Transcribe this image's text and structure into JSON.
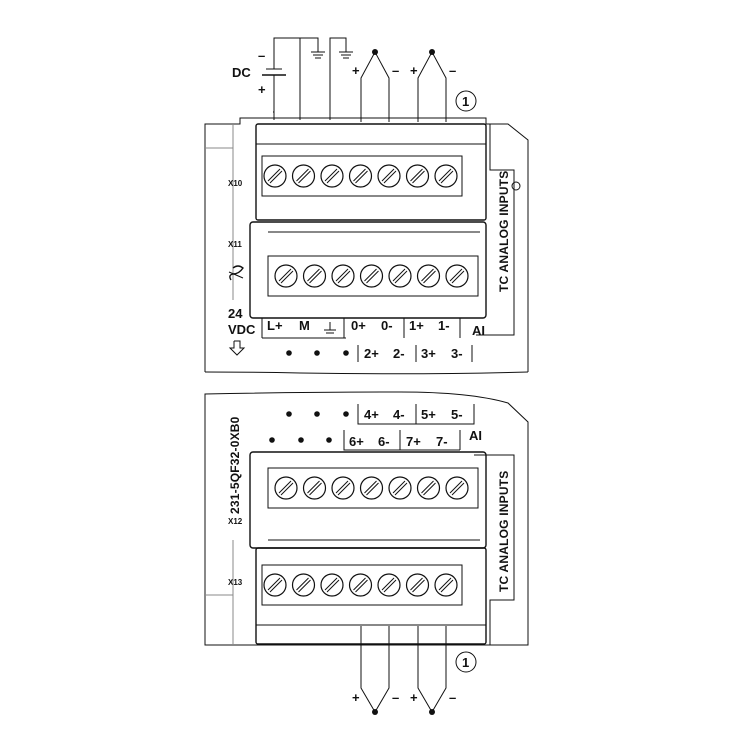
{
  "power": {
    "dc": "DC",
    "neg": "–",
    "pos": "+"
  },
  "callout": "1",
  "top_module": {
    "terminal_x10": "X10",
    "terminal_x11": "X11",
    "volt_24": "24",
    "volt_vdc": "VDC",
    "row1_labels": [
      "L+",
      "M",
      "0+",
      "0-",
      "1+",
      "1-"
    ],
    "row2_labels": [
      "2+",
      "2-",
      "3+",
      "3-"
    ],
    "ai_label": "AI",
    "side_title": "TC ANALOG INPUTS"
  },
  "bottom_module": {
    "row1_labels": [
      "4+",
      "4-",
      "5+",
      "5-"
    ],
    "row2_labels": [
      "6+",
      "6-",
      "7+",
      "7-"
    ],
    "ai_label": "AI",
    "part_number": "231-5QF32-0XB0",
    "terminal_x12": "X12",
    "terminal_x13": "X13",
    "side_title": "TC ANALOG INPUTS"
  },
  "thermocouple": {
    "pos": "+",
    "neg": "–"
  }
}
